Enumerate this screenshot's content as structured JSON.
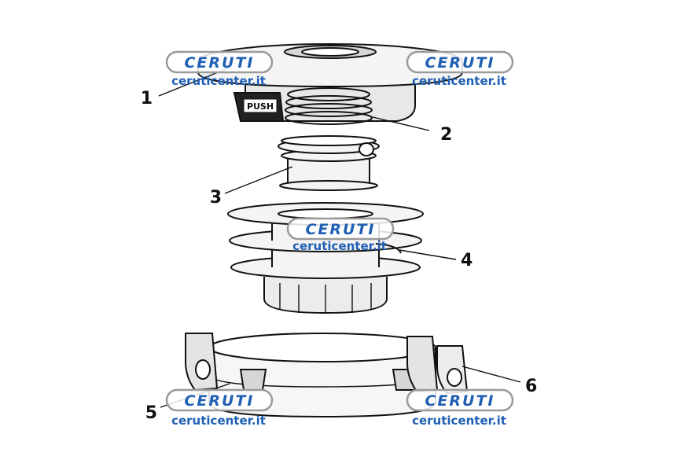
{
  "diagram": {
    "callouts": [
      "1",
      "2",
      "3",
      "4",
      "5",
      "6"
    ],
    "push_label": "PUSH",
    "watermark": {
      "brand": "CERUTI",
      "site": "ceruticenter.it"
    }
  },
  "colors": {
    "line": "#111111",
    "fill": "#f4f4f4",
    "shade": "#d6d6d6",
    "watermark": "#1f5fb4"
  }
}
